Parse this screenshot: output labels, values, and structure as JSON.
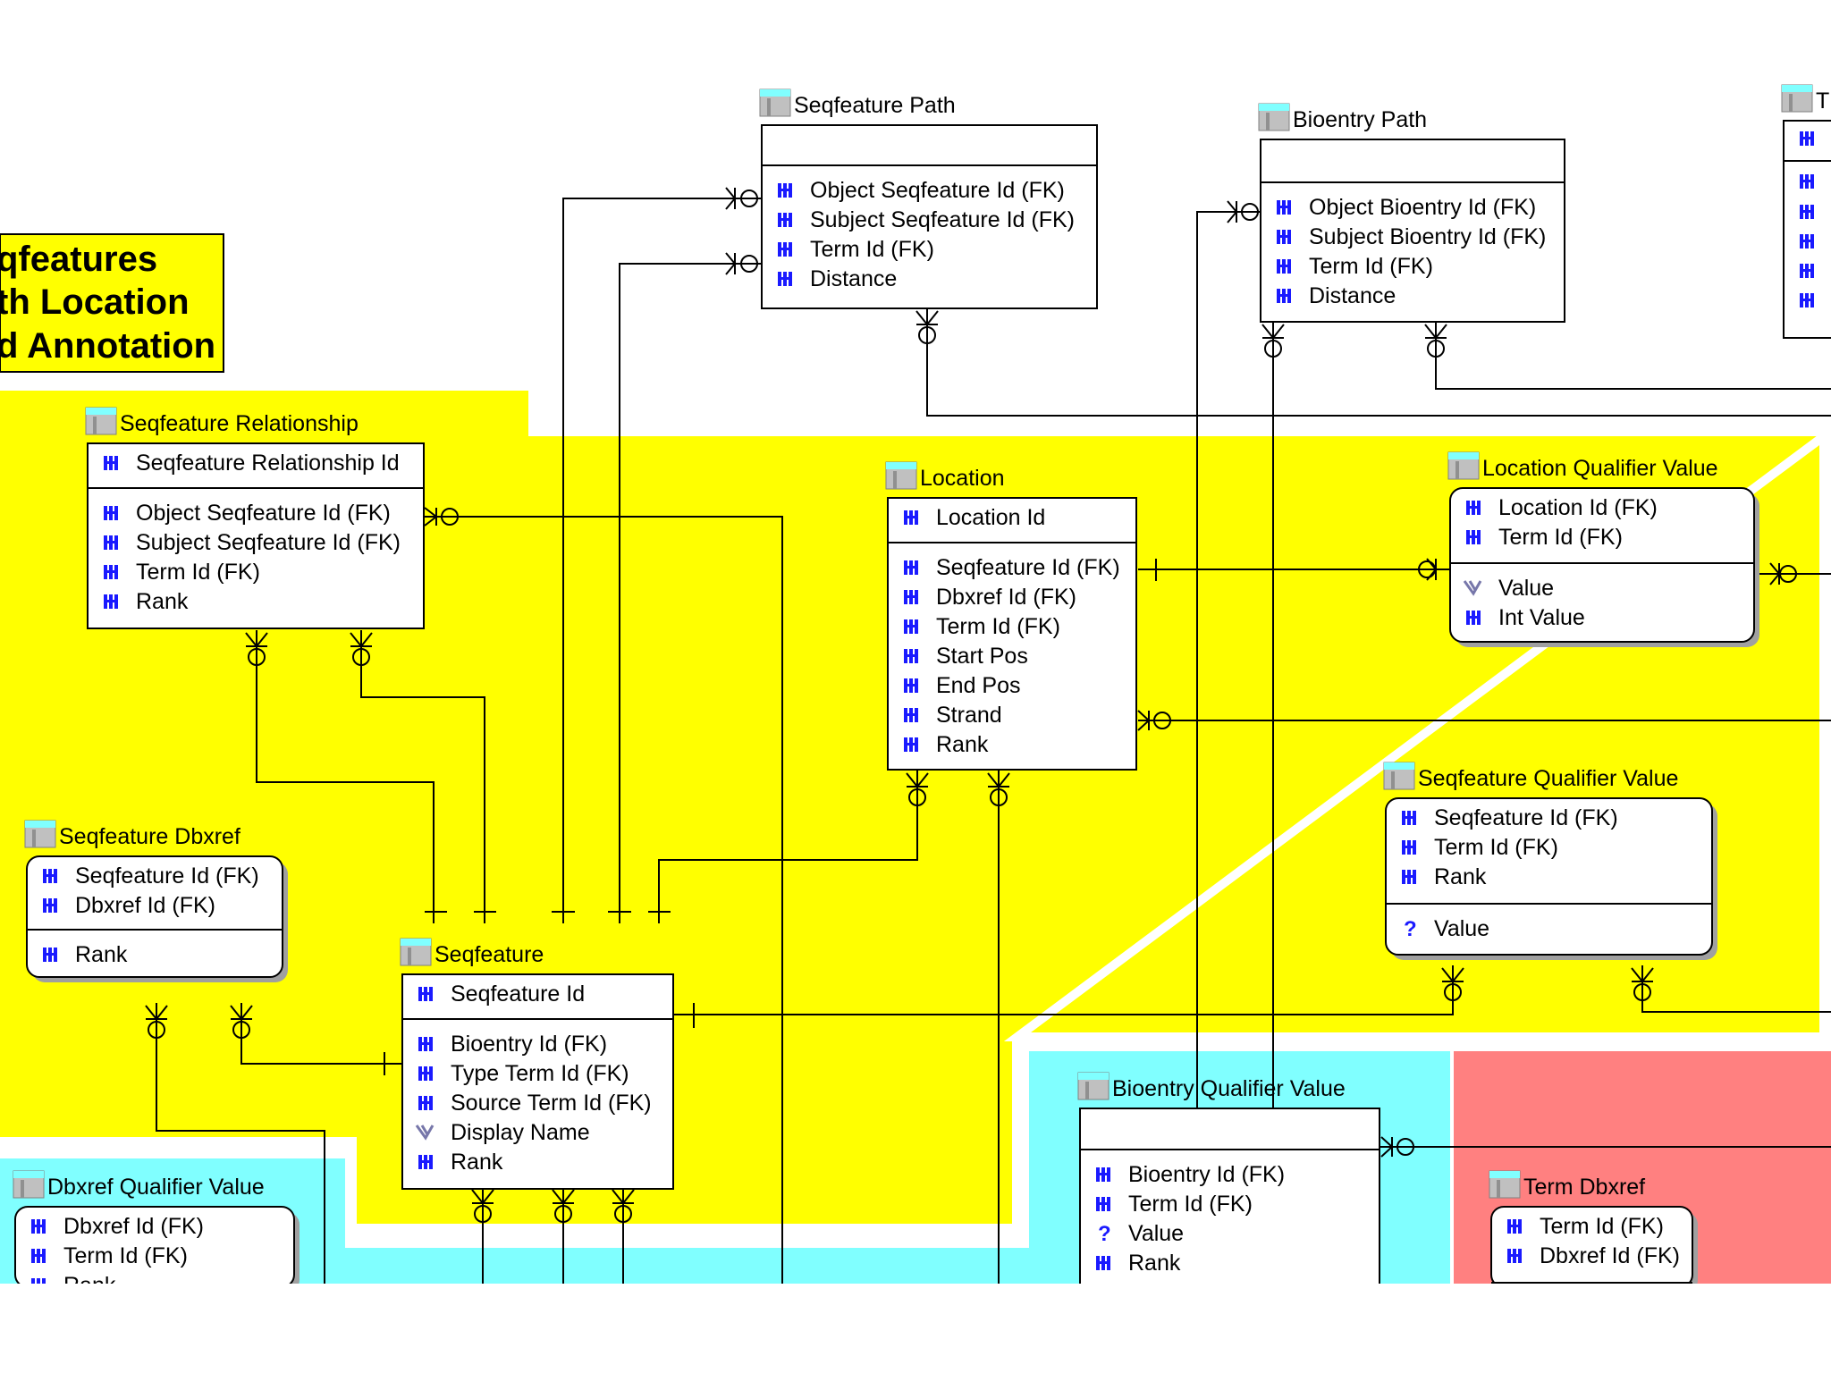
{
  "title_lines": [
    "qfeatures",
    "th Location",
    "d Annotation"
  ],
  "colors": {
    "yellow": "#ffff00",
    "cyan": "#80ffff",
    "salmon": "#ff8080",
    "key_icon": "#1a1aff"
  },
  "entities": {
    "seqfeature_path": {
      "name": "Seqfeature Path",
      "pk": [],
      "attrs": [
        "Object Seqfeature Id (FK)",
        "Subject Seqfeature Id (FK)",
        "Term Id (FK)",
        "Distance"
      ]
    },
    "bioentry_path": {
      "name": "Bioentry Path",
      "pk": [],
      "attrs": [
        "Object Bioentry Id (FK)",
        "Subject Bioentry Id (FK)",
        "Term Id (FK)",
        "Distance"
      ]
    },
    "term_partial": {
      "name": "T"
    },
    "seqfeature_relationship": {
      "name": "Seqfeature Relationship",
      "pk": [
        "Seqfeature Relationship Id"
      ],
      "attrs": [
        "Object Seqfeature Id (FK)",
        "Subject Seqfeature Id (FK)",
        "Term Id (FK)",
        "Rank"
      ]
    },
    "location": {
      "name": "Location",
      "pk": [
        "Location Id"
      ],
      "attrs": [
        "Seqfeature Id (FK)",
        "Dbxref Id (FK)",
        "Term Id (FK)",
        "Start Pos",
        "End Pos",
        "Strand",
        "Rank"
      ]
    },
    "location_qualifier_value": {
      "name": "Location Qualifier Value",
      "pk": [
        "Location Id (FK)",
        "Term Id (FK)"
      ],
      "attrs": [
        "Value",
        "Int Value"
      ]
    },
    "seqfeature_qualifier_value": {
      "name": "Seqfeature Qualifier Value",
      "pk": [
        "Seqfeature Id (FK)",
        "Term Id (FK)",
        "Rank"
      ],
      "attrs": [
        "Value"
      ]
    },
    "seqfeature_dbxref": {
      "name": "Seqfeature Dbxref",
      "pk": [
        "Seqfeature Id (FK)",
        "Dbxref Id (FK)"
      ],
      "attrs": [
        "Rank"
      ]
    },
    "seqfeature": {
      "name": "Seqfeature",
      "pk": [
        "Seqfeature Id"
      ],
      "attrs": [
        "Bioentry Id (FK)",
        "Type Term Id (FK)",
        "Source Term Id (FK)",
        "Display Name",
        "Rank"
      ]
    },
    "bioentry_qualifier_value": {
      "name": "Bioentry Qualifier Value",
      "pk": [],
      "attrs": [
        "Bioentry Id (FK)",
        "Term Id (FK)",
        "Value",
        "Rank"
      ]
    },
    "dbxref_qualifier_value": {
      "name": "Dbxref Qualifier Value",
      "pk": [
        "Dbxref Id (FK)",
        "Term Id (FK)",
        "Rank"
      ]
    },
    "term_dbxref": {
      "name": "Term Dbxref",
      "pk": [
        "Term Id (FK)",
        "Dbxref Id (FK)"
      ]
    }
  }
}
